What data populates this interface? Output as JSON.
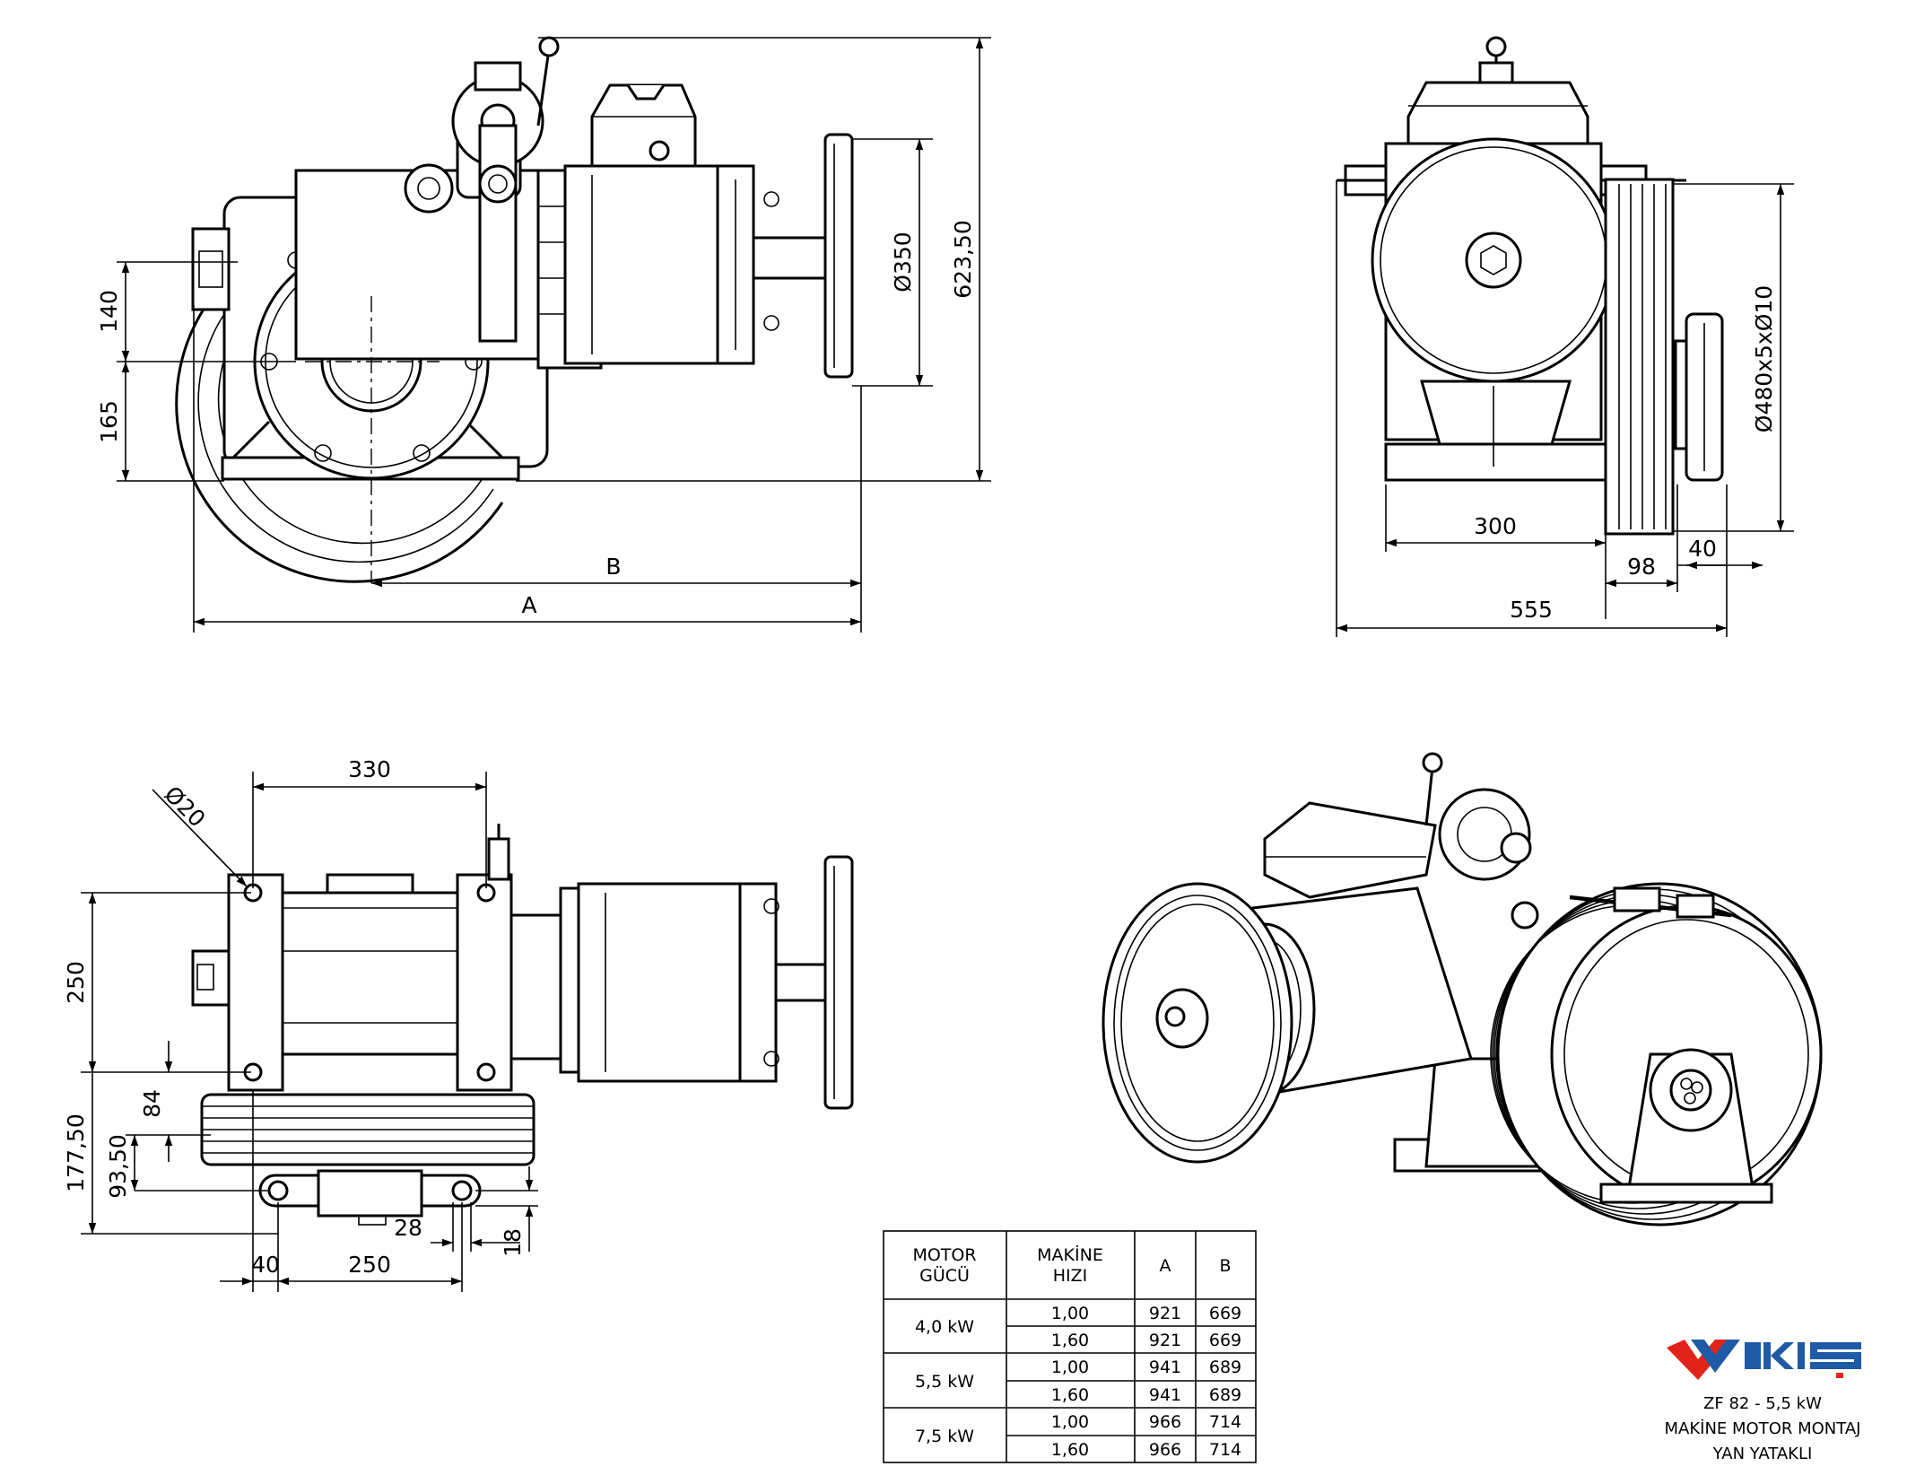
{
  "dimensions": {
    "front_140": "140",
    "front_165": "165",
    "front_dia350": "Ø350",
    "front_623": "623,50",
    "front_B": "B",
    "front_A": "A",
    "side_300": "300",
    "side_98": "98",
    "side_40": "40",
    "side_555": "555",
    "side_sheave": "Ø480x5xØ10",
    "top_330": "330",
    "top_dia20": "Ø20",
    "top_250v": "250",
    "top_84": "84",
    "top_177": "177,50",
    "top_93": "93,50",
    "top_28": "28",
    "top_18": "18",
    "top_40": "40",
    "top_250h": "250"
  },
  "spec_table": {
    "headers": {
      "motor": [
        "MOTOR",
        "GÜCÜ"
      ],
      "speed": [
        "MAKİNE",
        "HIZI"
      ],
      "a": "A",
      "b": "B"
    },
    "groups": [
      {
        "power": "4,0 kW",
        "rows": [
          {
            "speed": "1,00",
            "a": "921",
            "b": "669"
          },
          {
            "speed": "1,60",
            "a": "921",
            "b": "669"
          }
        ]
      },
      {
        "power": "5,5 kW",
        "rows": [
          {
            "speed": "1,00",
            "a": "941",
            "b": "689"
          },
          {
            "speed": "1,60",
            "a": "941",
            "b": "689"
          }
        ]
      },
      {
        "power": "7,5 kW",
        "rows": [
          {
            "speed": "1,00",
            "a": "966",
            "b": "714"
          },
          {
            "speed": "1,60",
            "a": "966",
            "b": "714"
          }
        ]
      }
    ]
  },
  "logo": {
    "text": "AKIŞ",
    "color_red": "#e2231a",
    "color_blue": "#1f5aa6"
  },
  "title_block": {
    "line1": "ZF 82 - 5,5 kW",
    "line2": "MAKİNE MOTOR MONTAJ",
    "line3": "YAN YATAKLI"
  }
}
